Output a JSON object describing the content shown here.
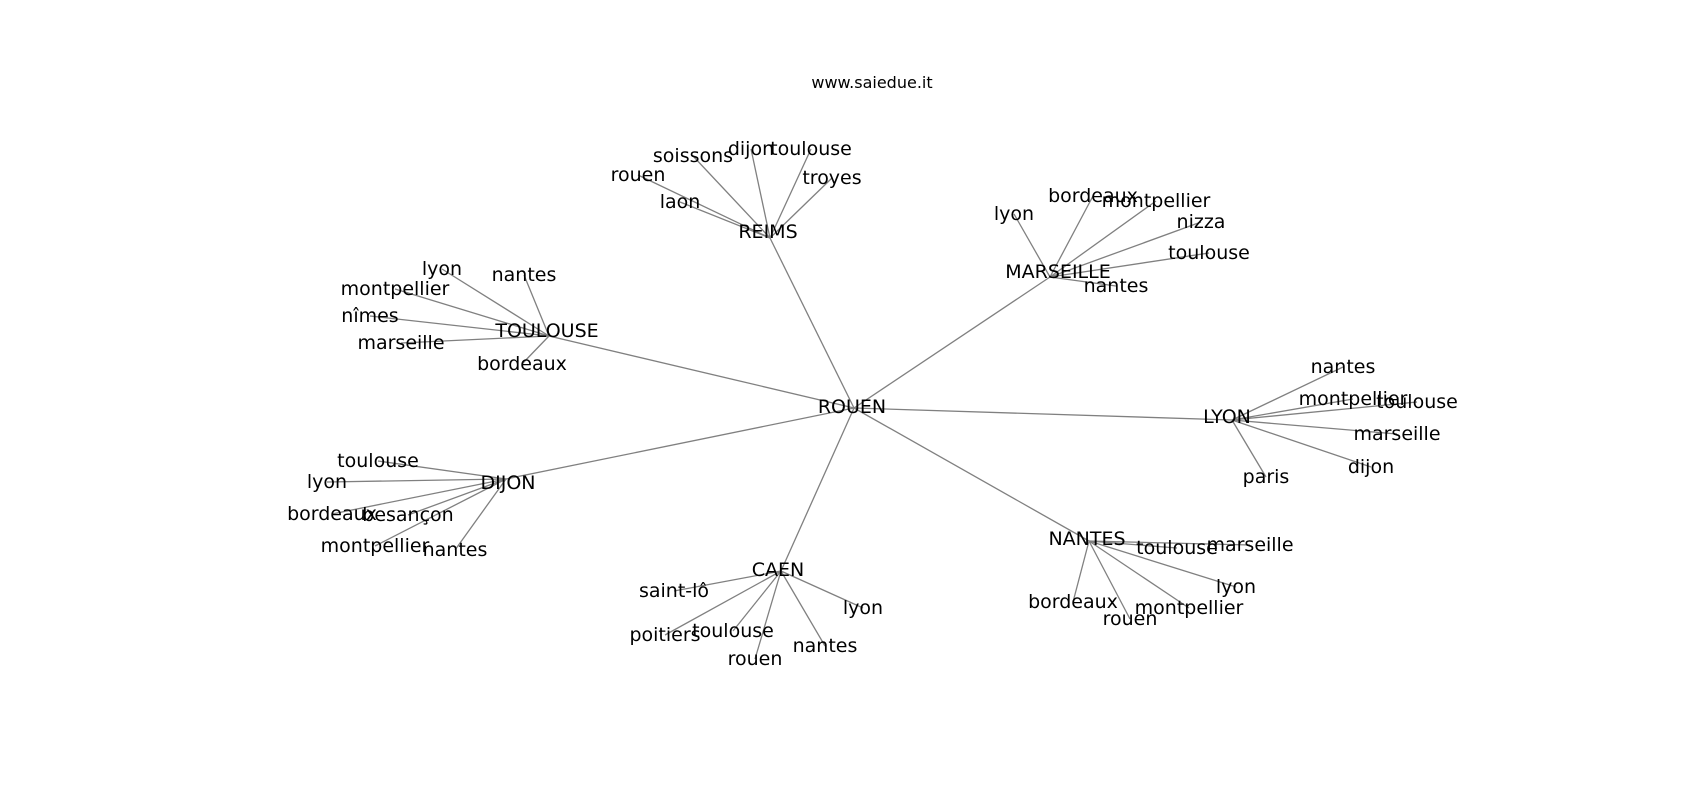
{
  "header": {
    "title": "www.saiedue.it"
  },
  "root": "ROUEN",
  "hubs": [
    {
      "id": "reims",
      "label": "REIMS",
      "children": [
        "soissons",
        "dijon",
        "toulouse",
        "rouen",
        "troyes",
        "laon"
      ]
    },
    {
      "id": "marseille",
      "label": "MARSEILLE",
      "children": [
        "bordeaux",
        "montpellier",
        "lyon",
        "nizza",
        "toulouse",
        "nantes"
      ]
    },
    {
      "id": "toulouse",
      "label": "TOULOUSE",
      "children": [
        "lyon",
        "nantes",
        "montpellier",
        "nîmes",
        "marseille",
        "bordeaux"
      ]
    },
    {
      "id": "lyon",
      "label": "LYON",
      "children": [
        "nantes",
        "montpellier",
        "toulouse",
        "marseille",
        "dijon",
        "paris"
      ]
    },
    {
      "id": "dijon",
      "label": "DIJON",
      "children": [
        "toulouse",
        "lyon",
        "bordeaux",
        "besançon",
        "montpellier",
        "nantes"
      ]
    },
    {
      "id": "nantes",
      "label": "NANTES",
      "children": [
        "marseille",
        "toulouse",
        "lyon",
        "bordeaux",
        "montpellier",
        "rouen"
      ]
    },
    {
      "id": "caen",
      "label": "CAEN",
      "children": [
        "saint-lô",
        "lyon",
        "toulouse",
        "poitiers",
        "nantes",
        "rouen"
      ]
    }
  ]
}
